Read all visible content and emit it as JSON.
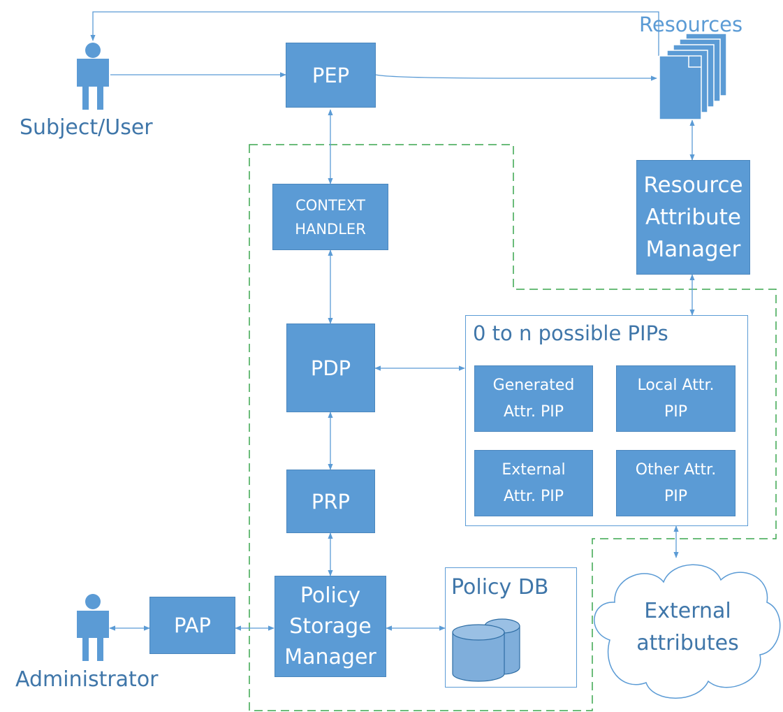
{
  "colors": {
    "box_fill": "#5B9BD5",
    "line": "#5B9BD5",
    "text_label": "#3f76a9",
    "dashed_boundary": "#3aa64e"
  },
  "actors": {
    "subject": {
      "label": "Subject/User",
      "icon": "person-icon"
    },
    "admin": {
      "label": "Administrator",
      "icon": "person-icon"
    }
  },
  "resources": {
    "label": "Resources",
    "icon": "document-stack-icon"
  },
  "components": {
    "pep": "PEP",
    "context_handler": "CONTEXT\nHANDLER",
    "pdp": "PDP",
    "prp": "PRP",
    "policy_storage_manager": "Policy\nStorage\nManager",
    "pap": "PAP",
    "resource_attribute_manager": "Resource\nAttribute\nManager"
  },
  "pips": {
    "title": "0 to n possible PIPs",
    "items": [
      "Generated\nAttr. PIP",
      "Local Attr.\nPIP",
      "External\nAttr. PIP",
      "Other Attr.\nPIP"
    ]
  },
  "policy_db": {
    "label": "Policy DB",
    "icon": "database-icon"
  },
  "external_attributes": {
    "label": "External\nattributes",
    "icon": "cloud-icon"
  }
}
